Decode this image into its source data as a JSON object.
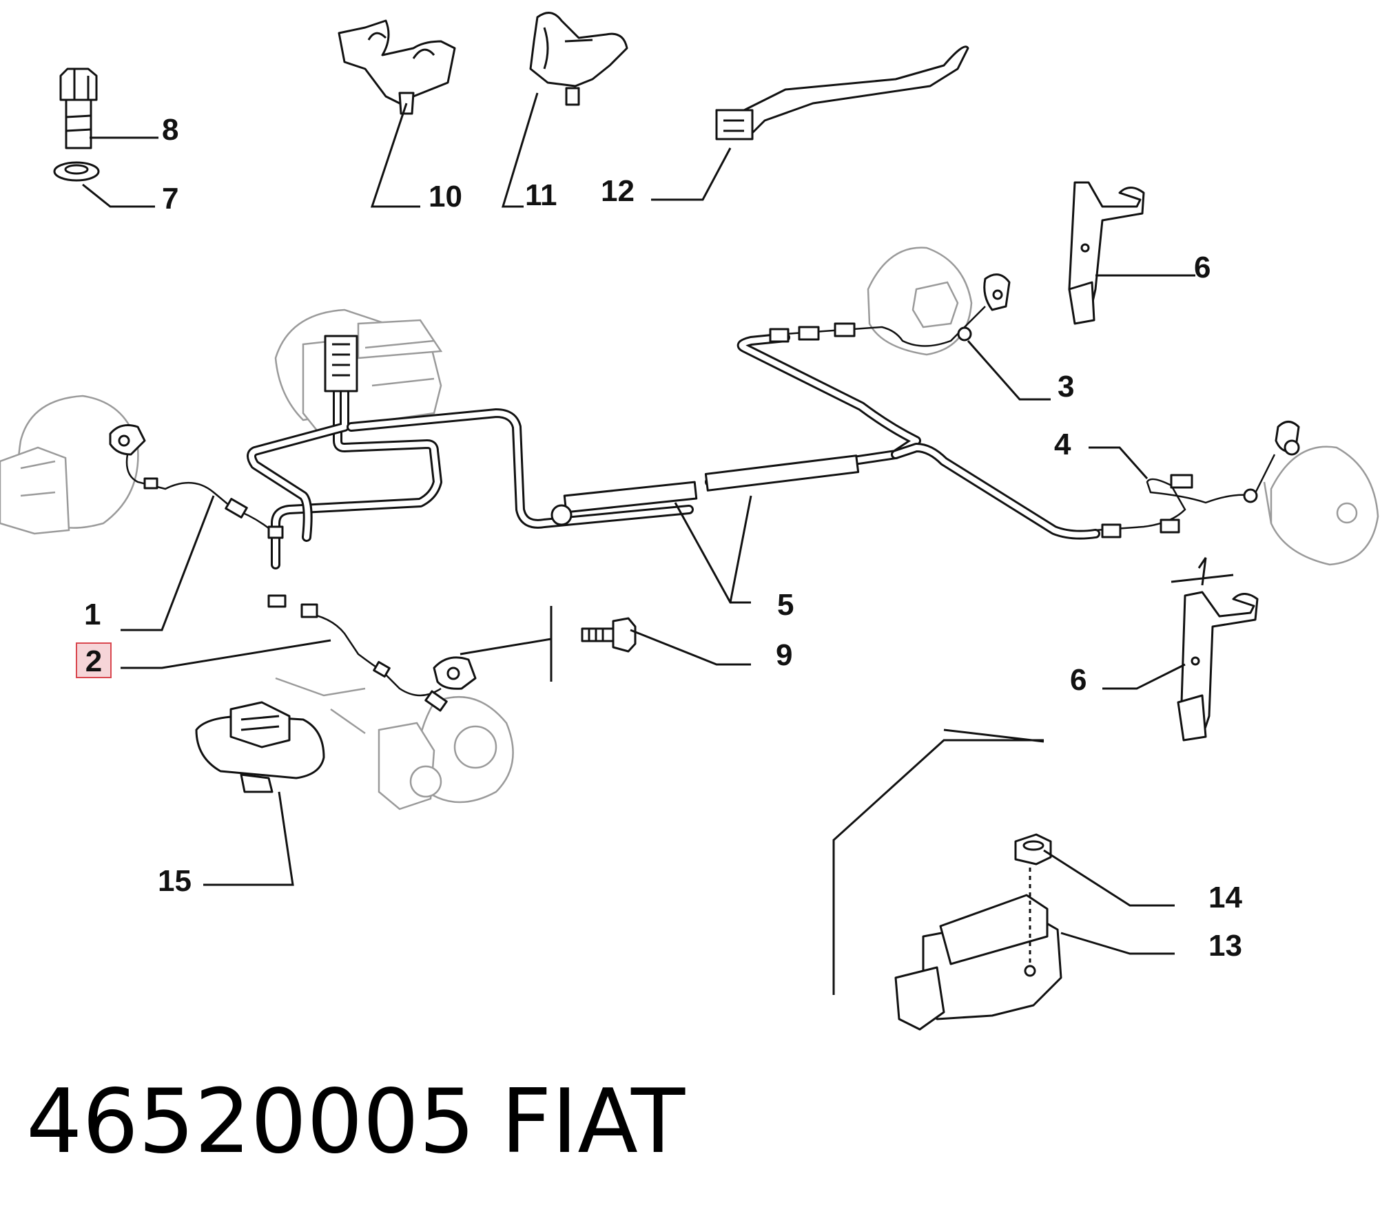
{
  "diagram": {
    "callouts": {
      "p1": "1",
      "p2": "2",
      "p3": "3",
      "p4": "4",
      "p5": "5",
      "p6a": "6",
      "p6b": "6",
      "p7": "7",
      "p8": "8",
      "p9": "9",
      "p10": "10",
      "p11": "11",
      "p12": "12",
      "p13": "13",
      "p14": "14",
      "p15": "15"
    },
    "highlighted_callout": "2",
    "highlight_color": "#d9474f",
    "highlight_fill": "#f6d5d8"
  },
  "caption": {
    "part_number": "46520005",
    "brand": "FIAT"
  }
}
